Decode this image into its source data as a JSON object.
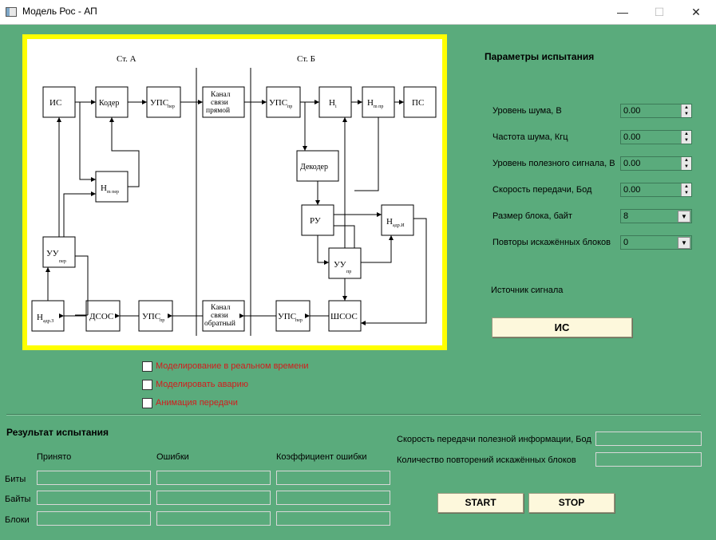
{
  "window": {
    "title": "Модель Рос - АП",
    "minimize": "—",
    "maximize": "☐",
    "close": "✕"
  },
  "diagram": {
    "station_a": "Ст. А",
    "station_b": "Ст. Б",
    "blocks": {
      "is": "ИС",
      "coder": "Кодер",
      "ups_per_a": "УПС",
      "ups_per_a_sub": "пер",
      "channel_direct_1": "Канал",
      "channel_direct_2": "связи",
      "channel_direct_3": "прямой",
      "ups_pr_b": "УПС",
      "ups_pr_b_sub": "пр",
      "n_i": "Н",
      "n_i_sub": "i",
      "n_mpr": "Н",
      "n_mpr_sub": "m пр",
      "ps": "ПС",
      "n_mper": "Н",
      "n_mper_sub": "m пер",
      "decoder": "Декодер",
      "ru": "РУ",
      "n_adri": "Н",
      "n_adri_sub": "адр.И",
      "uu_per": "УУ",
      "uu_per_sub": "пер",
      "uu_pr": "УУ",
      "uu_pr_sub": "пр",
      "n_adrz": "Н",
      "n_adrz_sub": "адр.З",
      "dsos": "ДСОС",
      "ups_pr_a": "УПС",
      "ups_pr_a_sub": "пр",
      "channel_back_1": "Канал",
      "channel_back_2": "связи",
      "channel_back_3": "обратный",
      "ups_per_b": "УПС",
      "ups_per_b_sub": "пер",
      "shsos": "ШСОС"
    }
  },
  "params": {
    "title": "Параметры испытания",
    "noise_level": {
      "label": "Уровень шума, В",
      "value": "0.00"
    },
    "noise_freq": {
      "label": "Частота шума, Кгц",
      "value": "0.00"
    },
    "signal_level": {
      "label": "Уровень полезного сигнала, В",
      "value": "0.00"
    },
    "speed": {
      "label": "Скорость передачи, Бод",
      "value": "0.00"
    },
    "block_size": {
      "label": "Размер блока, байт",
      "value": "8"
    },
    "repeats": {
      "label": "Повторы искажённых блоков",
      "value": "0"
    },
    "source_label": "Источник сигнала",
    "source_button": "ИС"
  },
  "options": {
    "realtime": "Моделирование в реальном времени",
    "accident": "Моделировать аварию",
    "animation": "Анимация передачи"
  },
  "results": {
    "title": "Результат испытания",
    "col_received": "Принято",
    "col_errors": "Ошибки",
    "col_coef": "Коэффициент ошибки",
    "row_bits": "Биты",
    "row_bytes": "Байты",
    "row_blocks": "Блоки",
    "useful_speed": "Скорость передачи полезной информации, Бод",
    "repeat_count": "Количество повторений искажённых блоков"
  },
  "buttons": {
    "start": "START",
    "stop": "STOP"
  }
}
